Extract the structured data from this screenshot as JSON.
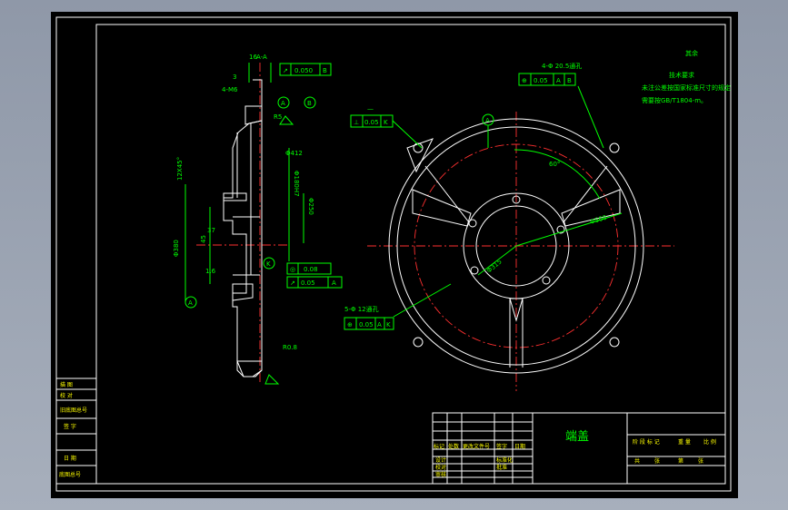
{
  "drawing": {
    "title": "端盖",
    "notes_heading": "技术要求",
    "note_line_1": "未注公差按国家标准尺寸的规定",
    "note_line_2": "需要按GB/T1804-m。",
    "roughness_other": "其余",
    "section_label": "A-A"
  },
  "dims": {
    "phi500": "Φ500",
    "phi315": "Φ315",
    "hole_callout_4": "4-Φ 20.5通孔",
    "hole_callout_5": "5-Φ 12通孔",
    "angle_60": "60°",
    "datum_a": "A",
    "datum_b": "B",
    "datum_k": "K",
    "tol_1": "0.050",
    "tol_2": "0.08",
    "tol_3": "0.05",
    "tol_4": "0.05",
    "tol_5": "0.05",
    "tol_top": "0.05",
    "flat_sym": "—",
    "perp_sym": "⊥",
    "pos_sym": "⊕",
    "circ_sym": "◎",
    "runout_sym": "↗",
    "dim_16": "16",
    "dim_45": "45",
    "dim_37": "37",
    "dim_3": "3",
    "dim_1_6": "1.6",
    "dim_phi180": "Φ180H7",
    "dim_phi250": "Φ250",
    "dim_phi380": "Φ380",
    "dim_phi412": "Φ412",
    "dim_r5": "R5",
    "dim_12x45": "12X45°",
    "dim_r_fillet": "R0.8",
    "dim_4m6": "4-M6"
  },
  "left_block": {
    "rows": [
      "描 图",
      "校 对",
      "旧底图总号",
      "签 字",
      "日 期",
      "底图总号"
    ]
  },
  "title_block": {
    "h_mark": "标记",
    "h_count": "处数",
    "h_file": "更改文件号",
    "h_sign": "签字",
    "h_date": "日期",
    "r_design": "设计",
    "r_check": "校对",
    "r_review": "审核",
    "r_std": "标准化",
    "r_approve": "批准",
    "h_stage": "阶 段 标 记",
    "h_weight": "重 量",
    "h_scale": "比 例",
    "h_sheets": "共",
    "h_sheet": "第",
    "h_zhang": "张"
  }
}
